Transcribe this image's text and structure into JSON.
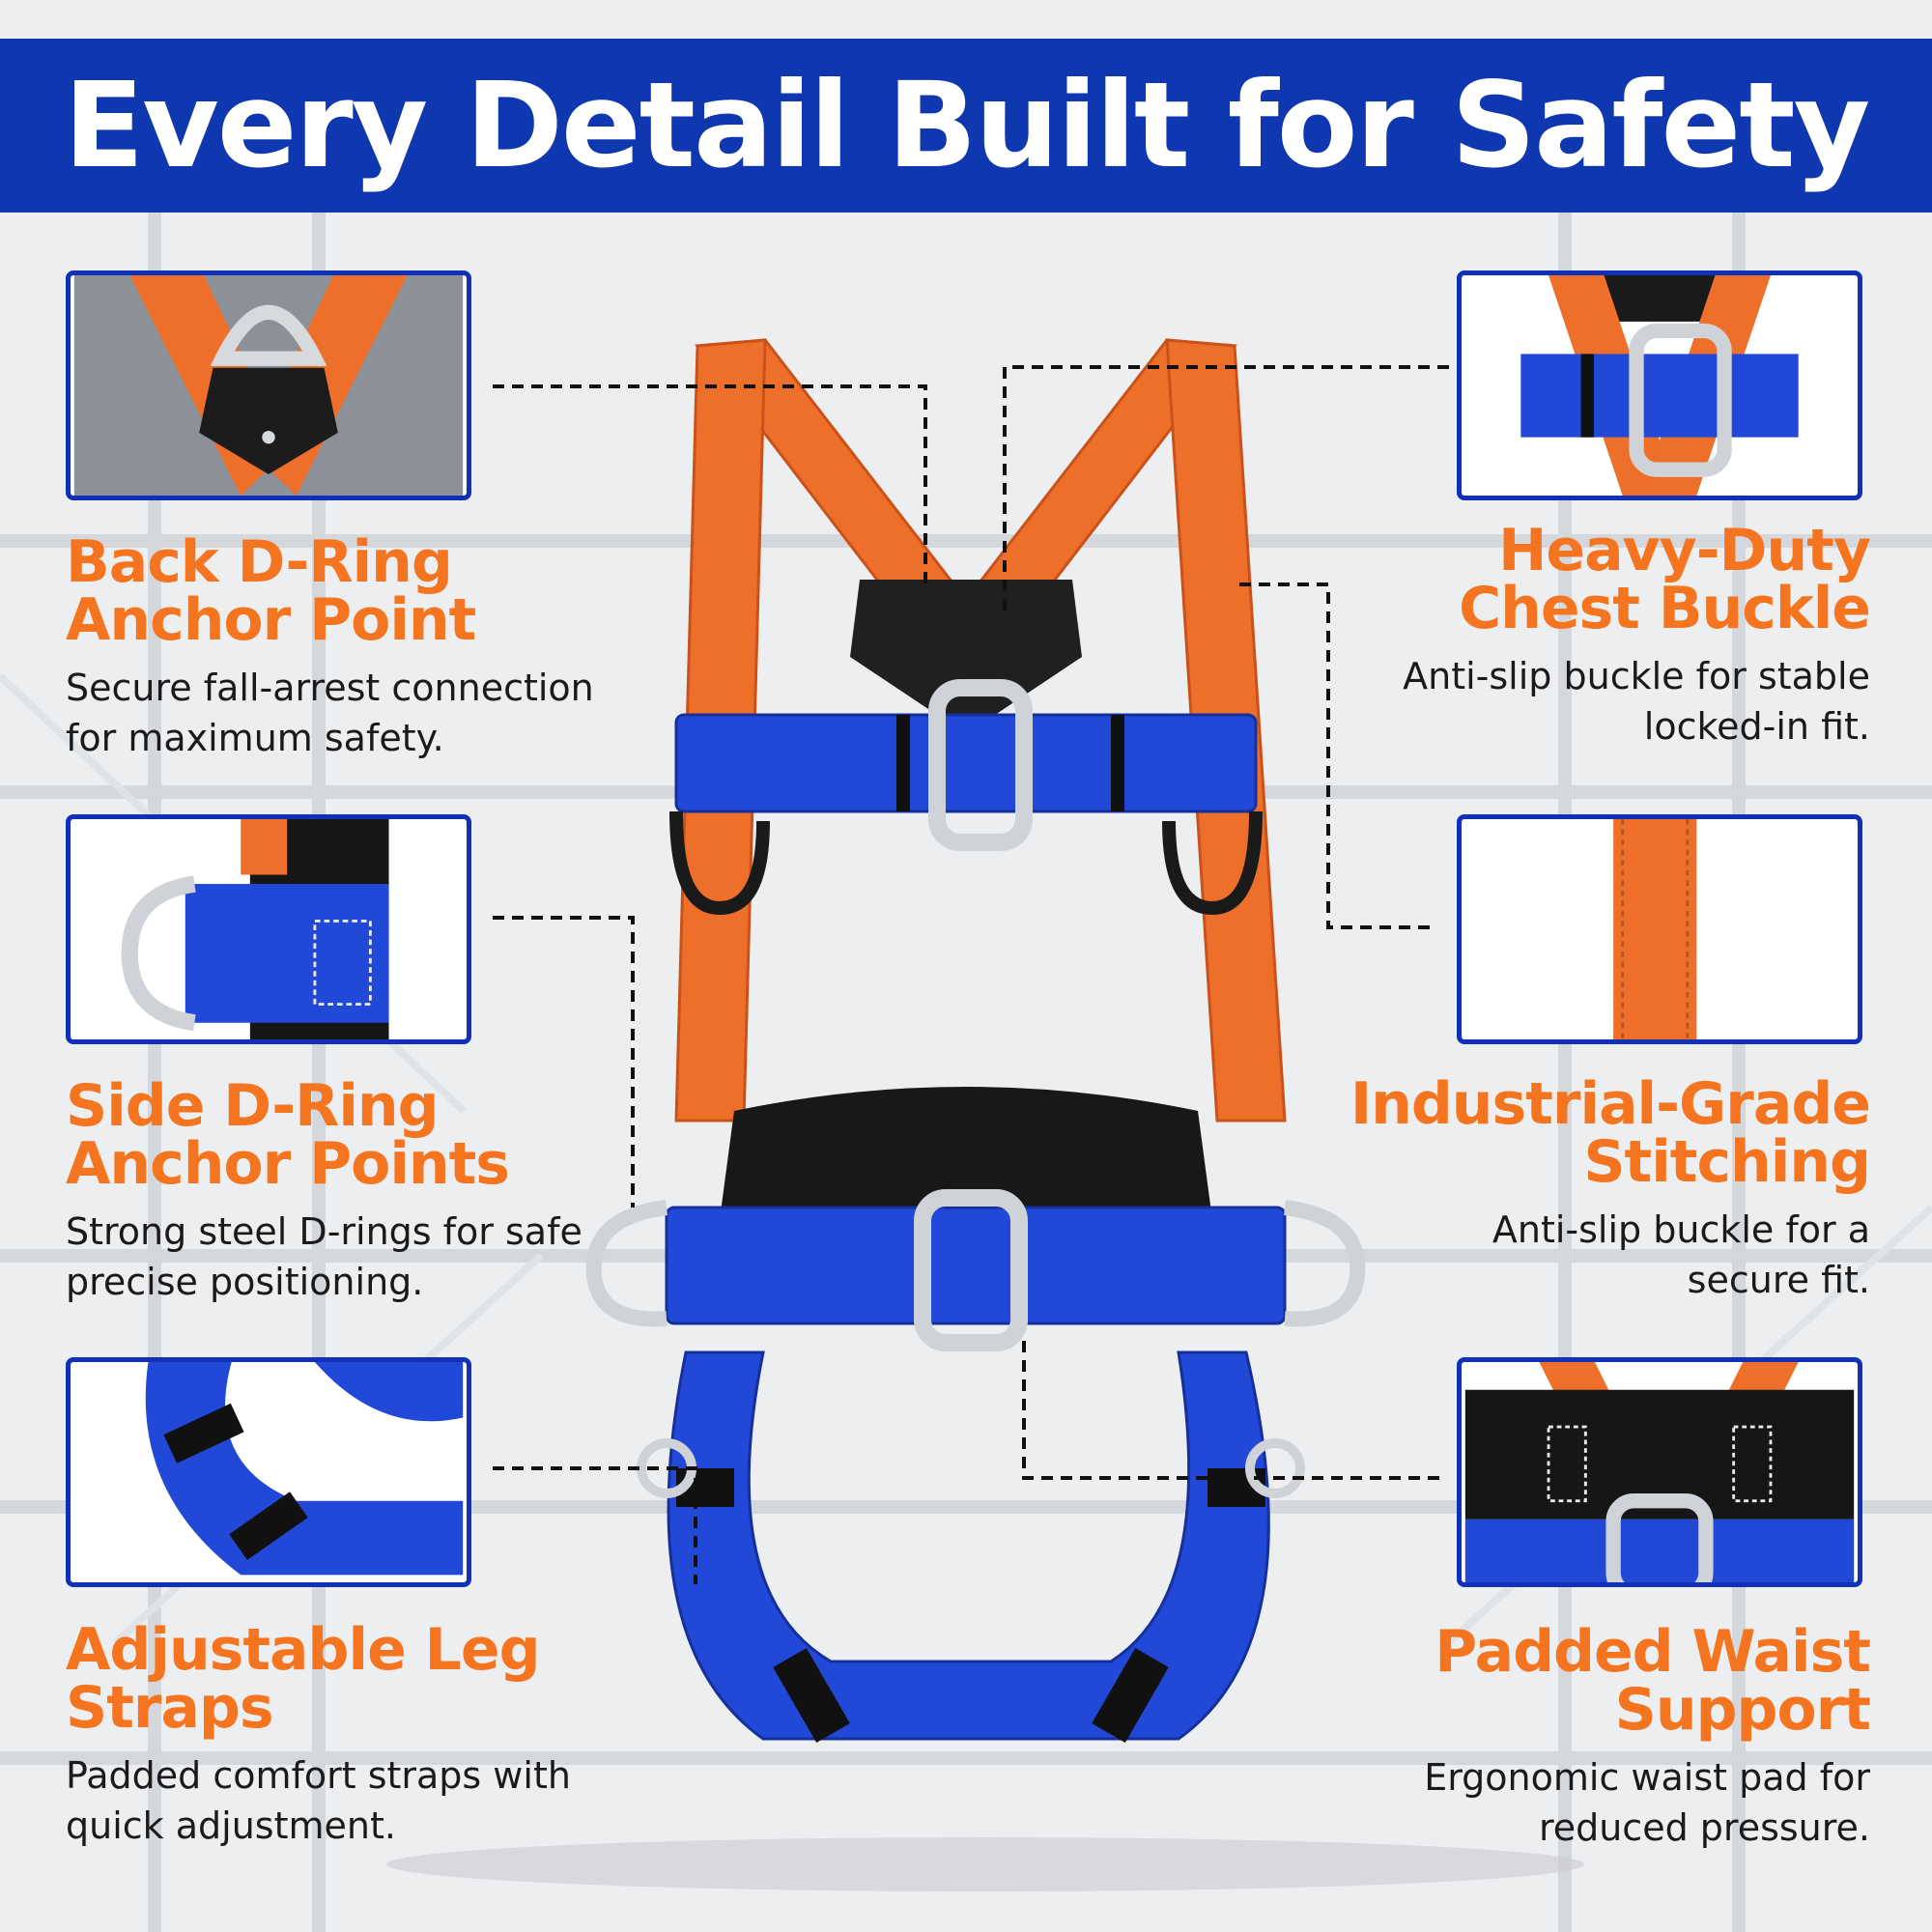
{
  "banner": {
    "title": "Every Detail Built for Safety"
  },
  "features": {
    "back_d_ring": {
      "title_line1": "Back D-Ring",
      "title_line2": "Anchor Point",
      "desc_line1": "Secure fall-arrest connection",
      "desc_line2": "for maximum safety."
    },
    "side_d_ring": {
      "title_line1": "Side D-Ring",
      "title_line2": "Anchor Points",
      "desc_line1": "Strong steel D-rings for safe",
      "desc_line2": "precise positioning."
    },
    "leg_straps": {
      "title_line1": "Adjustable Leg",
      "title_line2": "Straps",
      "desc_line1": "Padded comfort straps with",
      "desc_line2": "quick adjustment."
    },
    "chest_buckle": {
      "title_line1": "Heavy-Duty",
      "title_line2": "Chest Buckle",
      "desc_line1": "Anti-slip buckle for stable",
      "desc_line2": "locked-in fit."
    },
    "stitching": {
      "title_line1": "Industrial-Grade",
      "title_line2": "Stitching",
      "desc_line1": "Anti-slip buckle for a",
      "desc_line2": "secure fit."
    },
    "waist_support": {
      "title_line1": "Padded Waist",
      "title_line2": "Support",
      "desc_line1": "Ergonomic waist pad for",
      "desc_line2": "reduced pressure."
    }
  },
  "colors": {
    "banner_blue": "#0f37b0",
    "accent_orange": "#f5741f",
    "strap_orange": "#ee6f2a",
    "strap_blue": "#2248d8",
    "panel_border": "#1030b8"
  }
}
